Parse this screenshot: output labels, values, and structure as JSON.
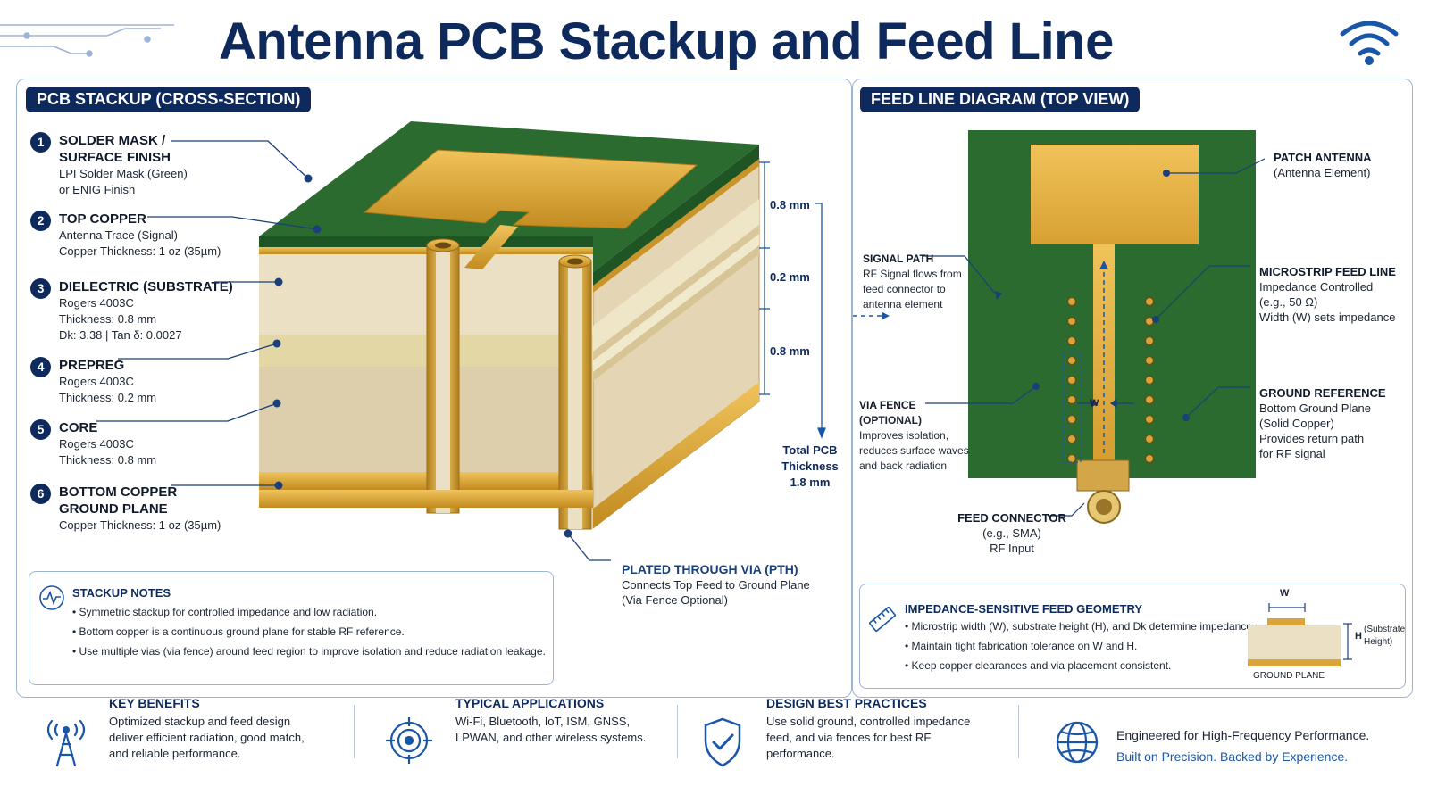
{
  "title": "Antenna PCB Stackup and Feed Line Diagram",
  "colors": {
    "navy": "#0e2a5c",
    "solder_mask": "#2b6b2f",
    "copper": "#d9a53a",
    "substrate": "#e9dfc8"
  },
  "stackup": {
    "tag": "PCB STACKUP (CROSS-SECTION)",
    "layers": [
      {
        "num": "1",
        "title1": "SOLDER MASK /",
        "title2": "SURFACE FINISH",
        "d1": "LPI Solder Mask (Green)",
        "d2": "or ENIG Finish",
        "d3": ""
      },
      {
        "num": "2",
        "title1": "TOP COPPER",
        "title2": "",
        "d1": "Antenna Trace (Signal)",
        "d2": "Copper Thickness: 1 oz (35µm)",
        "d3": ""
      },
      {
        "num": "3",
        "title1": "DIELECTRIC (SUBSTRATE)",
        "title2": "",
        "d1": "Rogers 4003C",
        "d2": "Thickness: 0.8 mm",
        "d3": "Dk: 3.38  |  Tan δ: 0.0027"
      },
      {
        "num": "4",
        "title1": "PREPREG",
        "title2": "",
        "d1": "Rogers 4003C",
        "d2": "Thickness: 0.2 mm",
        "d3": ""
      },
      {
        "num": "5",
        "title1": "CORE",
        "title2": "",
        "d1": "Rogers 4003C",
        "d2": "Thickness: 0.8 mm",
        "d3": ""
      },
      {
        "num": "6",
        "title1": "BOTTOM COPPER",
        "title2": "GROUND PLANE",
        "d1": "Copper Thickness: 1 oz (35µm)",
        "d2": "",
        "d3": ""
      }
    ],
    "dims": {
      "d1": "0.8 mm",
      "d2": "0.2 mm",
      "d3": "0.8 mm",
      "total1": "Total PCB",
      "total2": "Thickness",
      "total3": "1.8 mm"
    },
    "via": {
      "title": "PLATED THROUGH VIA (PTH)",
      "d1": "Connects Top Feed to Ground Plane",
      "d2": "(Via Fence Optional)"
    },
    "notes": {
      "title": "STACKUP NOTES",
      "items": [
        "Symmetric stackup for controlled impedance and low radiation.",
        "Bottom copper is a continuous ground plane for stable RF reference.",
        "Use multiple vias (via fence) around feed region to improve isolation and reduce radiation leakage."
      ]
    }
  },
  "feed": {
    "tag": "FEED LINE DIAGRAM (TOP VIEW)",
    "patch": {
      "title": "PATCH ANTENNA",
      "d1": "(Antenna Element)"
    },
    "microstrip": {
      "title": "MICROSTRIP FEED LINE",
      "d1": "Impedance Controlled",
      "d2": "(e.g., 50 Ω)",
      "d3": "Width (W) sets impedance"
    },
    "ground": {
      "title": "GROUND REFERENCE",
      "d1": "Bottom Ground Plane",
      "d2": "(Solid Copper)",
      "d3": "Provides return path",
      "d4": "for RF signal"
    },
    "signal": {
      "title": "SIGNAL PATH",
      "d1": "RF Signal flows from",
      "d2": "feed connector to",
      "d3": "antenna element"
    },
    "viafence": {
      "title1": "VIA FENCE",
      "title2": "(OPTIONAL)",
      "d1": "Improves isolation,",
      "d2": "reduces surface waves",
      "d3": "and back radiation"
    },
    "connector": {
      "title": "FEED CONNECTOR",
      "d1": "(e.g., SMA)",
      "d2": "RF Input"
    },
    "w_label": "W",
    "geometry": {
      "title": "IMPEDANCE-SENSITIVE FEED GEOMETRY",
      "items": [
        "Microstrip width (W), substrate height (H), and Dk determine impedance.",
        "Maintain tight fabrication tolerance on W and H.",
        "Keep copper clearances and via placement consistent."
      ],
      "w": "W",
      "h": "H",
      "h_note1": "(Substrate",
      "h_note2": "Height)",
      "ground_plane": "GROUND PLANE"
    }
  },
  "footer": [
    {
      "icon": "antenna-tower-icon",
      "title": "KEY BENEFITS",
      "l1": "Optimized stackup and feed design",
      "l2": "deliver efficient radiation, good match,",
      "l3": "and reliable performance."
    },
    {
      "icon": "target-icon",
      "title": "TYPICAL APPLICATIONS",
      "l1": "Wi-Fi, Bluetooth, IoT, ISM, GNSS,",
      "l2": "LPWAN, and other wireless systems.",
      "l3": ""
    },
    {
      "icon": "shield-check-icon",
      "title": "DESIGN BEST PRACTICES",
      "l1": "Use solid ground, controlled impedance",
      "l2": "feed, and via fences for best RF",
      "l3": "performance."
    }
  ],
  "tagline": {
    "l1": "Engineered for High-Frequency Performance.",
    "l2": "Built on Precision. Backed by Experience."
  }
}
